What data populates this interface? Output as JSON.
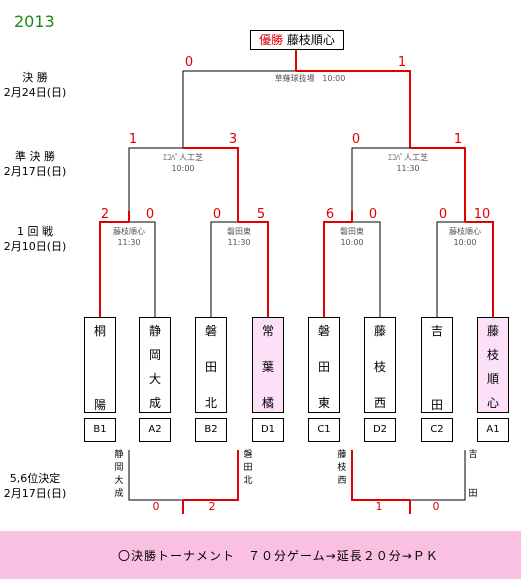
{
  "year": "2013",
  "champion": {
    "prefix": "優勝",
    "name": "藤枝順心"
  },
  "rounds": {
    "final": {
      "name": "決 勝",
      "date": "2月24日(日)"
    },
    "semi": {
      "name": "準 決 勝",
      "date": "2月17日(日)"
    },
    "first": {
      "name": "1 回 戦",
      "date": "2月10日(日)"
    },
    "fifth": {
      "name": "5,6位決定",
      "date": "2月17日(日)"
    }
  },
  "final_match": {
    "venue": "草薙球技場",
    "time": "10:00",
    "score_left": "0",
    "score_right": "1"
  },
  "semis": [
    {
      "venue": "ｴｺﾊﾟ人工芝",
      "time": "10:00",
      "score_left": "1",
      "score_right": "3"
    },
    {
      "venue": "ｴｺﾊﾟ人工芝",
      "time": "11:30",
      "score_left": "0",
      "score_right": "1"
    }
  ],
  "first_round": [
    {
      "venue": "藤枝順心",
      "time": "11:30",
      "score_left": "2",
      "score_right": "0"
    },
    {
      "venue": "磐田東",
      "time": "11:30",
      "score_left": "0",
      "score_right": "5"
    },
    {
      "venue": "磐田東",
      "time": "10:00",
      "score_left": "6",
      "score_right": "0"
    },
    {
      "venue": "藤枝順心",
      "time": "10:00",
      "score_left": "0",
      "score_right": "10"
    }
  ],
  "teams": [
    {
      "chars": [
        "桐",
        "陽"
      ],
      "code": "B1",
      "pink": false
    },
    {
      "chars": [
        "静",
        "岡",
        "大",
        "成"
      ],
      "code": "A2",
      "pink": false
    },
    {
      "chars": [
        "磐",
        "田",
        "北"
      ],
      "code": "B2",
      "pink": false
    },
    {
      "chars": [
        "常",
        "葉",
        "橘"
      ],
      "code": "D1",
      "pink": true
    },
    {
      "chars": [
        "磐",
        "田",
        "東"
      ],
      "code": "C1",
      "pink": false
    },
    {
      "chars": [
        "藤",
        "枝",
        "西"
      ],
      "code": "D2",
      "pink": false
    },
    {
      "chars": [
        "吉",
        "田"
      ],
      "code": "C2",
      "pink": false
    },
    {
      "chars": [
        "藤",
        "枝",
        "順",
        "心"
      ],
      "code": "A1",
      "pink": true
    }
  ],
  "placement": [
    {
      "team_a": [
        "静",
        "岡",
        "大",
        "成"
      ],
      "team_b": [
        "磐",
        "田",
        "北"
      ],
      "score_left": "0",
      "score_right": "2"
    },
    {
      "team_a": [
        "藤",
        "枝",
        "西"
      ],
      "team_b": [
        "吉",
        "田"
      ],
      "score_left": "1",
      "score_right": "0"
    }
  ],
  "colors": {
    "winner_line": "#e00000",
    "loser_line": "#000000",
    "year": "#1a8a1a",
    "banner": "#fac0e2",
    "pink_team": "#fce0f8"
  },
  "note": "〇決勝トーナメント　７０分ゲーム→延長２０分→ＰＫ"
}
